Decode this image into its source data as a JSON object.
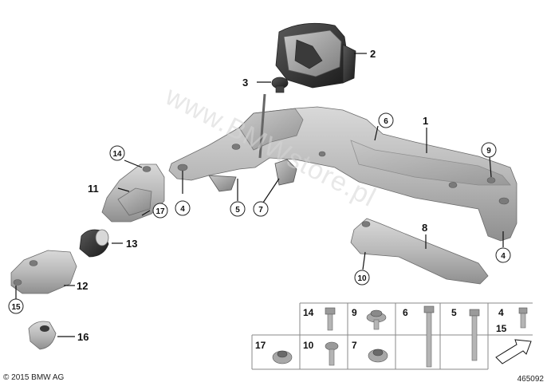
{
  "watermark": "www.BMWstore.pl",
  "copyright": "© 2015 BMW AG",
  "diagram_number": "465092",
  "labels": {
    "n1": "1",
    "n2": "2",
    "n3": "3",
    "n4a": "4",
    "n4b": "4",
    "n5": "5",
    "n6": "6",
    "n7": "7",
    "n8": "8",
    "n9": "9",
    "n10": "10",
    "n11": "11",
    "n12": "12",
    "n13": "13",
    "n14": "14",
    "n15": "15",
    "n16": "16",
    "n17": "17"
  },
  "parts_table": {
    "row1": [
      "14",
      "9",
      "6",
      "5",
      "4",
      "15"
    ],
    "row2": [
      "17",
      "10",
      "7"
    ]
  }
}
